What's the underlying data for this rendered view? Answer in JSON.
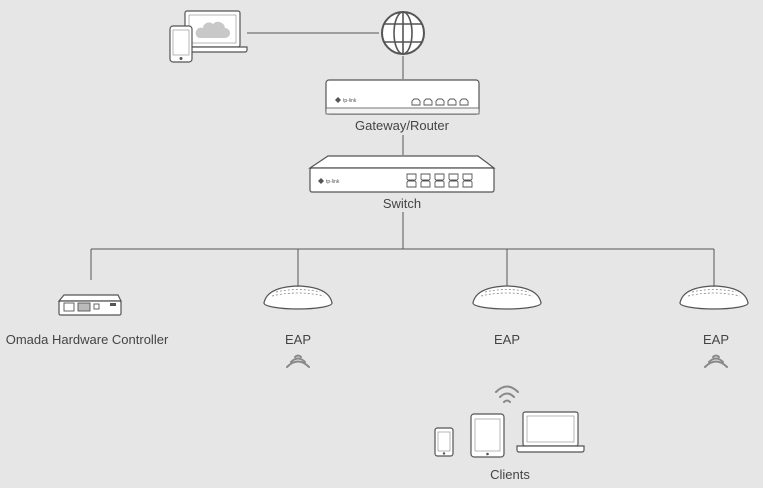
{
  "diagram": {
    "labels": {
      "router": "Gateway/Router",
      "switch": "Switch",
      "controller": "Omada Hardware Controller",
      "eap1": "EAP",
      "eap2": "EAP",
      "eap3": "EAP",
      "clients": "Clients"
    },
    "brand": {
      "router": "tp-link",
      "switch": "tp-link"
    },
    "icons": {
      "internet": "globe-icon",
      "cloud_client": "cloud-laptop-icon",
      "phone_top": "smartphone-icon",
      "router": "router-device-icon",
      "switch": "switch-device-icon",
      "controller": "controller-device-icon",
      "eap": "ceiling-access-point-icon",
      "wifi": "wifi-signal-icon",
      "client_phone": "smartphone-icon",
      "client_tablet": "tablet-icon",
      "client_laptop": "laptop-icon"
    },
    "colors": {
      "background": "#e6e6e6",
      "line": "#555555",
      "device_fill": "#ffffff",
      "cloud": "#c8c8c8"
    }
  }
}
